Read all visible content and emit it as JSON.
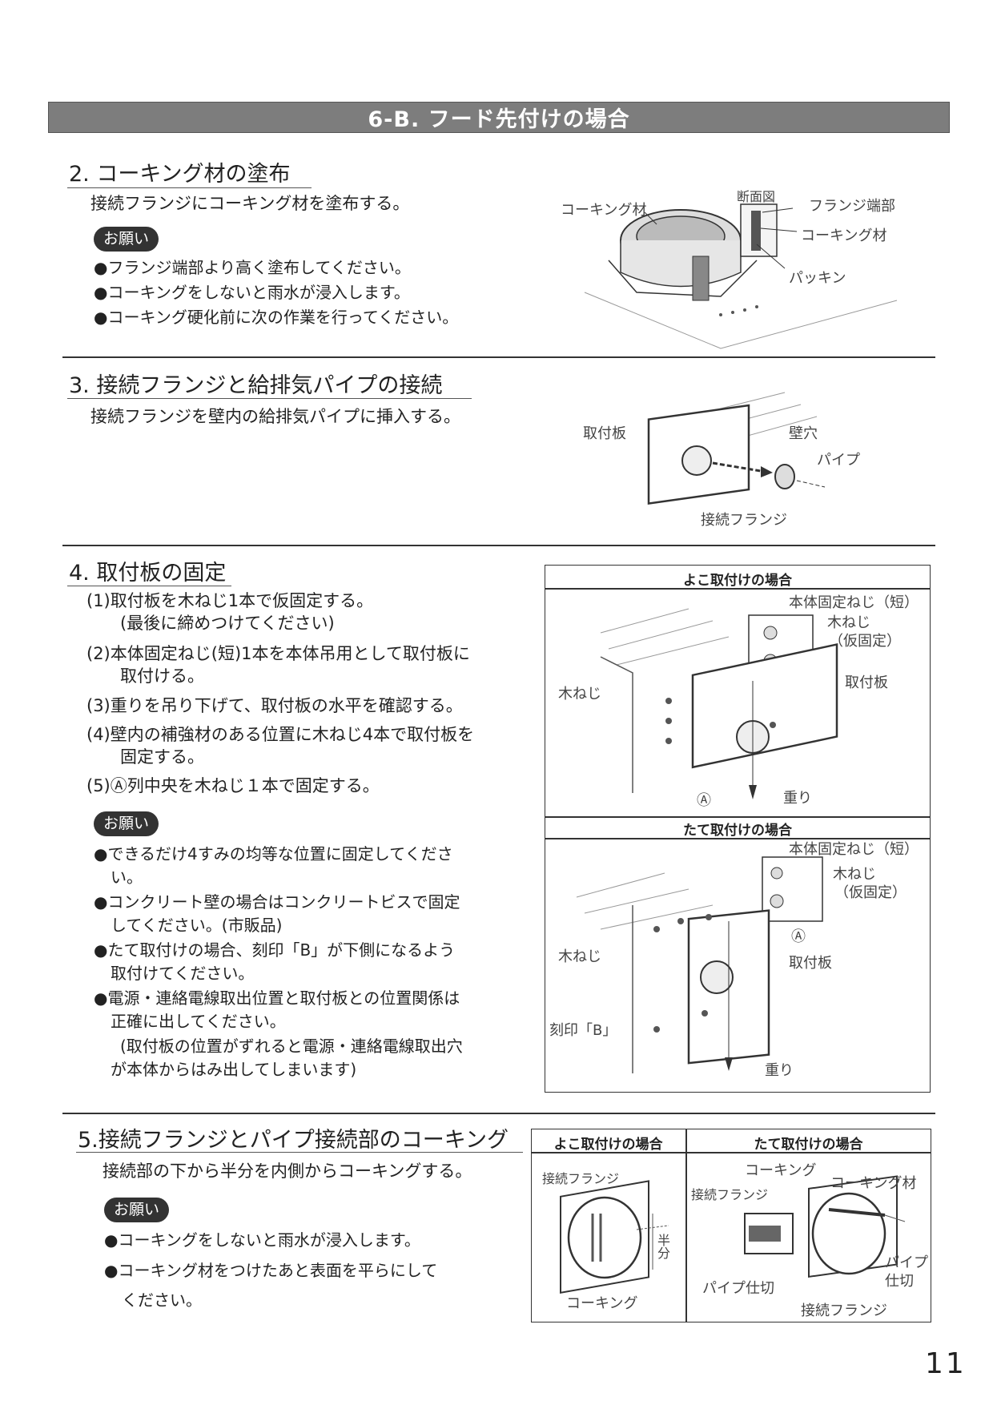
{
  "banner": "6-B. フード先付けの場合",
  "s2": {
    "title": "2. コーキング材の塗布",
    "body": "接続フランジにコーキング材を塗布する。",
    "badge": "お願い",
    "bullets": [
      "●フランジ端部より高く塗布してください。",
      "●コーキングをしないと雨水が浸入します。",
      "●コーキング硬化前に次の作業を行ってください。"
    ],
    "fig": {
      "caulk": "コーキング材",
      "section": "断面図",
      "flange_end": "フランジ端部",
      "caulk2": "コーキング材",
      "packing": "パッキン"
    }
  },
  "s3": {
    "title": "3. 接続フランジと給排気パイプの接続",
    "body": "接続フランジを壁内の給排気パイプに挿入する。",
    "fig": {
      "plate": "取付板",
      "hole": "壁穴",
      "pipe": "パイプ",
      "flange": "接続フランジ"
    }
  },
  "s4": {
    "title": "4. 取付板の固定",
    "steps": [
      "(1)取付板を木ねじ1本で仮固定する。",
      "(最後に締めつけてください)",
      "(2)本体固定ねじ(短)1本を本体吊用として取付板に",
      "取付ける。",
      "(3)重りを吊り下げて、取付板の水平を確認する。",
      "(4)壁内の補強材のある位置に木ねじ4本で取付板を",
      "固定する。",
      "(5)Ⓐ列中央を木ねじ１本で固定する。"
    ],
    "badge": "お願い",
    "notes": [
      "●できるだけ4すみの均等な位置に固定してくださ",
      "い。",
      "●コンクリート壁の場合はコンクリートビスで固定",
      "してください。(市販品)",
      "●たて取付けの場合、刻印「B」が下側になるよう",
      "取付けてください。",
      "●電源・連絡電線取出位置と取付板との位置関係は",
      "正確に出してください。",
      "(取付板の位置がずれると電源・連絡電線取出穴",
      "が本体からはみ出してしまいます)"
    ],
    "fig_h": {
      "header": "よこ取付けの場合",
      "body_screw": "本体固定ねじ（短）",
      "wood_screw": "木ねじ",
      "temp": "（仮固定）",
      "wood_screw_left": "木ねじ",
      "plate": "取付板",
      "a_mark": "Ⓐ",
      "weight": "重り"
    },
    "fig_v": {
      "header": "たて取付けの場合",
      "body_screw": "本体固定ねじ（短）",
      "wood_screw": "木ねじ",
      "temp": "（仮固定）",
      "a_mark": "Ⓐ",
      "wood_screw_left": "木ねじ",
      "plate": "取付板",
      "stamp": "刻印「B」",
      "weight": "重り"
    }
  },
  "s5": {
    "title": "5.接続フランジとパイプ接続部のコーキング",
    "body": "接続部の下から半分を内側からコーキングする。",
    "badge": "お願い",
    "bullets": [
      "●コーキングをしないと雨水が浸入します。",
      "●コーキング材をつけたあと表面を平らにして",
      "ください。"
    ],
    "table": {
      "h1": "よこ取付けの場合",
      "h2": "たて取付けの場合",
      "l_flange": "接続フランジ",
      "l_half": "半分",
      "l_caulk": "コーキング",
      "r_caulk": "コーキング",
      "r_flange": "接続フランジ",
      "r_caulk_mat": "コーキング材",
      "r_pipe_cut": "パイプ仕切",
      "r_pipe": "パイプ",
      "r_cut": "仕切",
      "r_flange2": "接続フランジ"
    }
  },
  "page_number": "11"
}
